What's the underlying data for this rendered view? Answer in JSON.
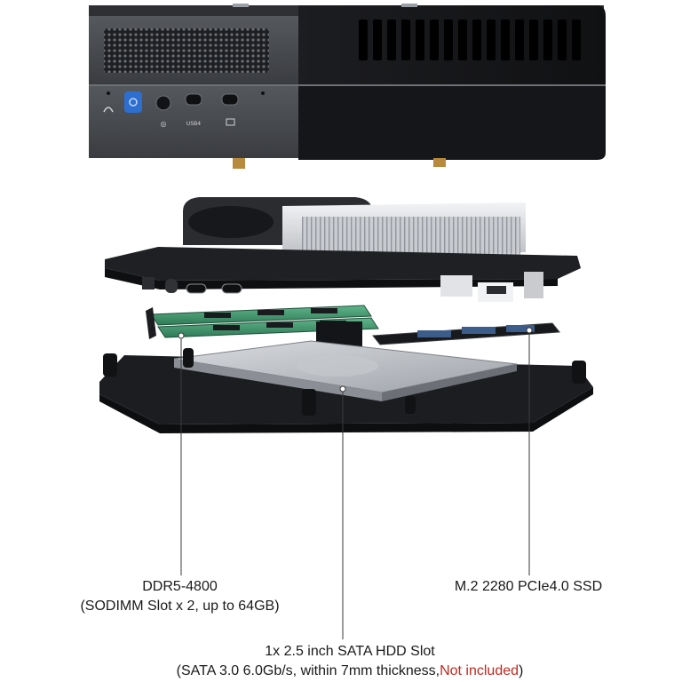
{
  "device": {
    "front_port_icons": [
      "headphone-jack-icon",
      "power-button-icon",
      "microphone-jack-icon",
      "usb-c-port-icon",
      "display-port-icon"
    ],
    "front_port_label": "USB4"
  },
  "callouts": {
    "memory": {
      "line1": "DDR5-4800",
      "line2": "(SODIMM Slot x 2, up to 64GB)"
    },
    "ssd": {
      "line1": "M.2 2280 PCIe4.0 SSD"
    },
    "hdd": {
      "line1": "1x 2.5 inch SATA HDD Slot",
      "line2_prefix": "(SATA 3.0 6.0Gb/s, within 7mm thickness,",
      "line2_warning": "Not included",
      "line2_suffix": ")",
      "warning_color": "#c1281e"
    }
  }
}
